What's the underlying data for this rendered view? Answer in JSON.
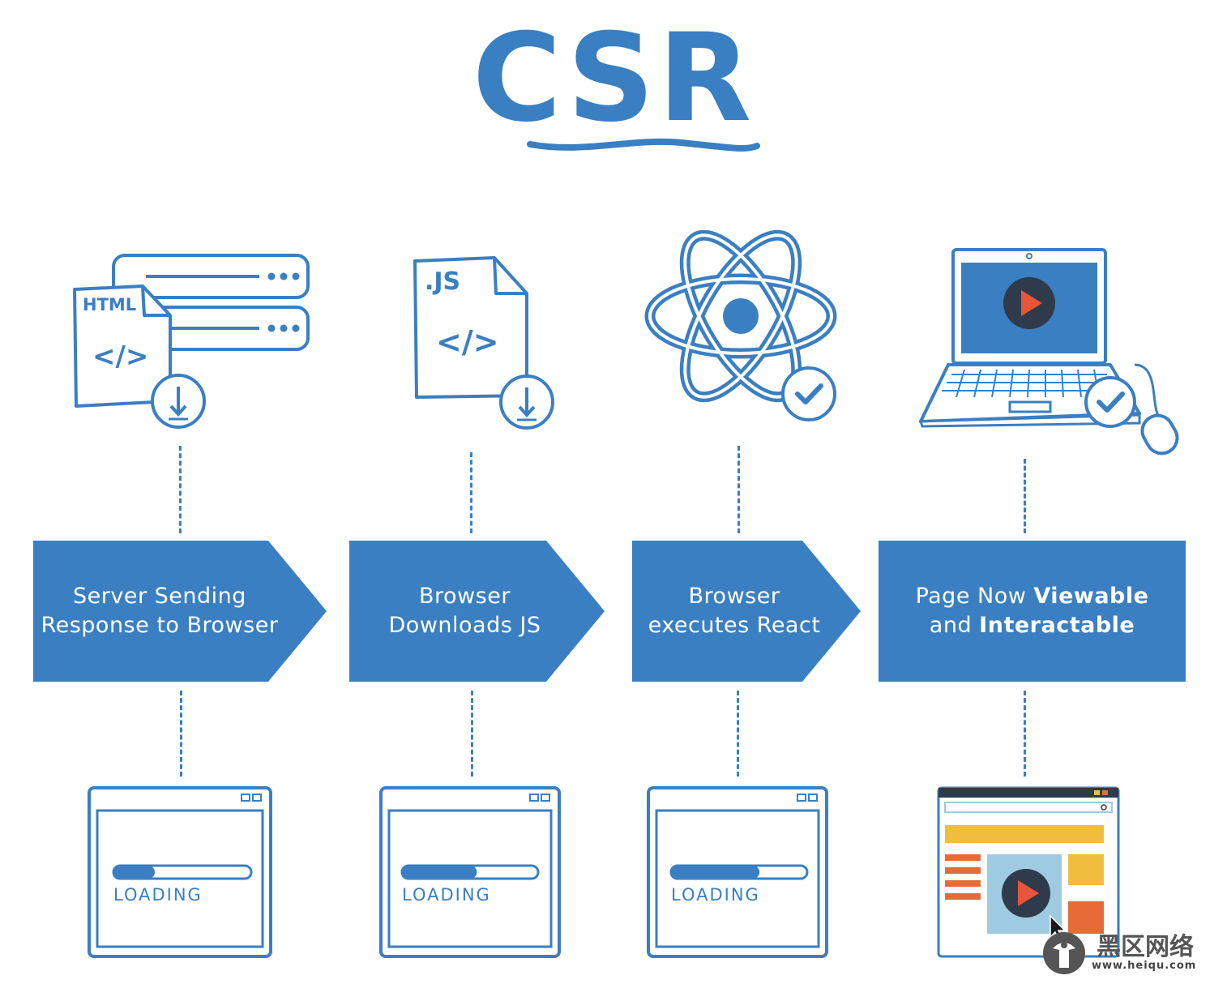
{
  "title": "CSR",
  "steps": [
    {
      "line1": "Server Sending",
      "line2": "Response to Browser"
    },
    {
      "line1": "Browser",
      "line2": "Downloads JS"
    },
    {
      "line1": "Browser",
      "line2": "executes React"
    },
    {
      "line1_pre": "Page Now ",
      "line1_bold": "Viewable",
      "line2_pre": "and ",
      "line2_bold": "Interactable"
    }
  ],
  "icons": {
    "html_label": "HTML",
    "js_label": ".JS",
    "code_glyph": "</>"
  },
  "loading_label": "LOADING",
  "loading_progress": [
    0.3,
    0.55,
    0.65
  ],
  "watermark": {
    "cn": "黑区网络",
    "url": "www.heiqu.com"
  },
  "colors": {
    "primary": "#3a7fc2",
    "dark": "#2f3a4a",
    "play": "#e8553a",
    "yellow": "#f0bd3f",
    "orange": "#e66b38",
    "light_blue": "#9fcbe2"
  }
}
